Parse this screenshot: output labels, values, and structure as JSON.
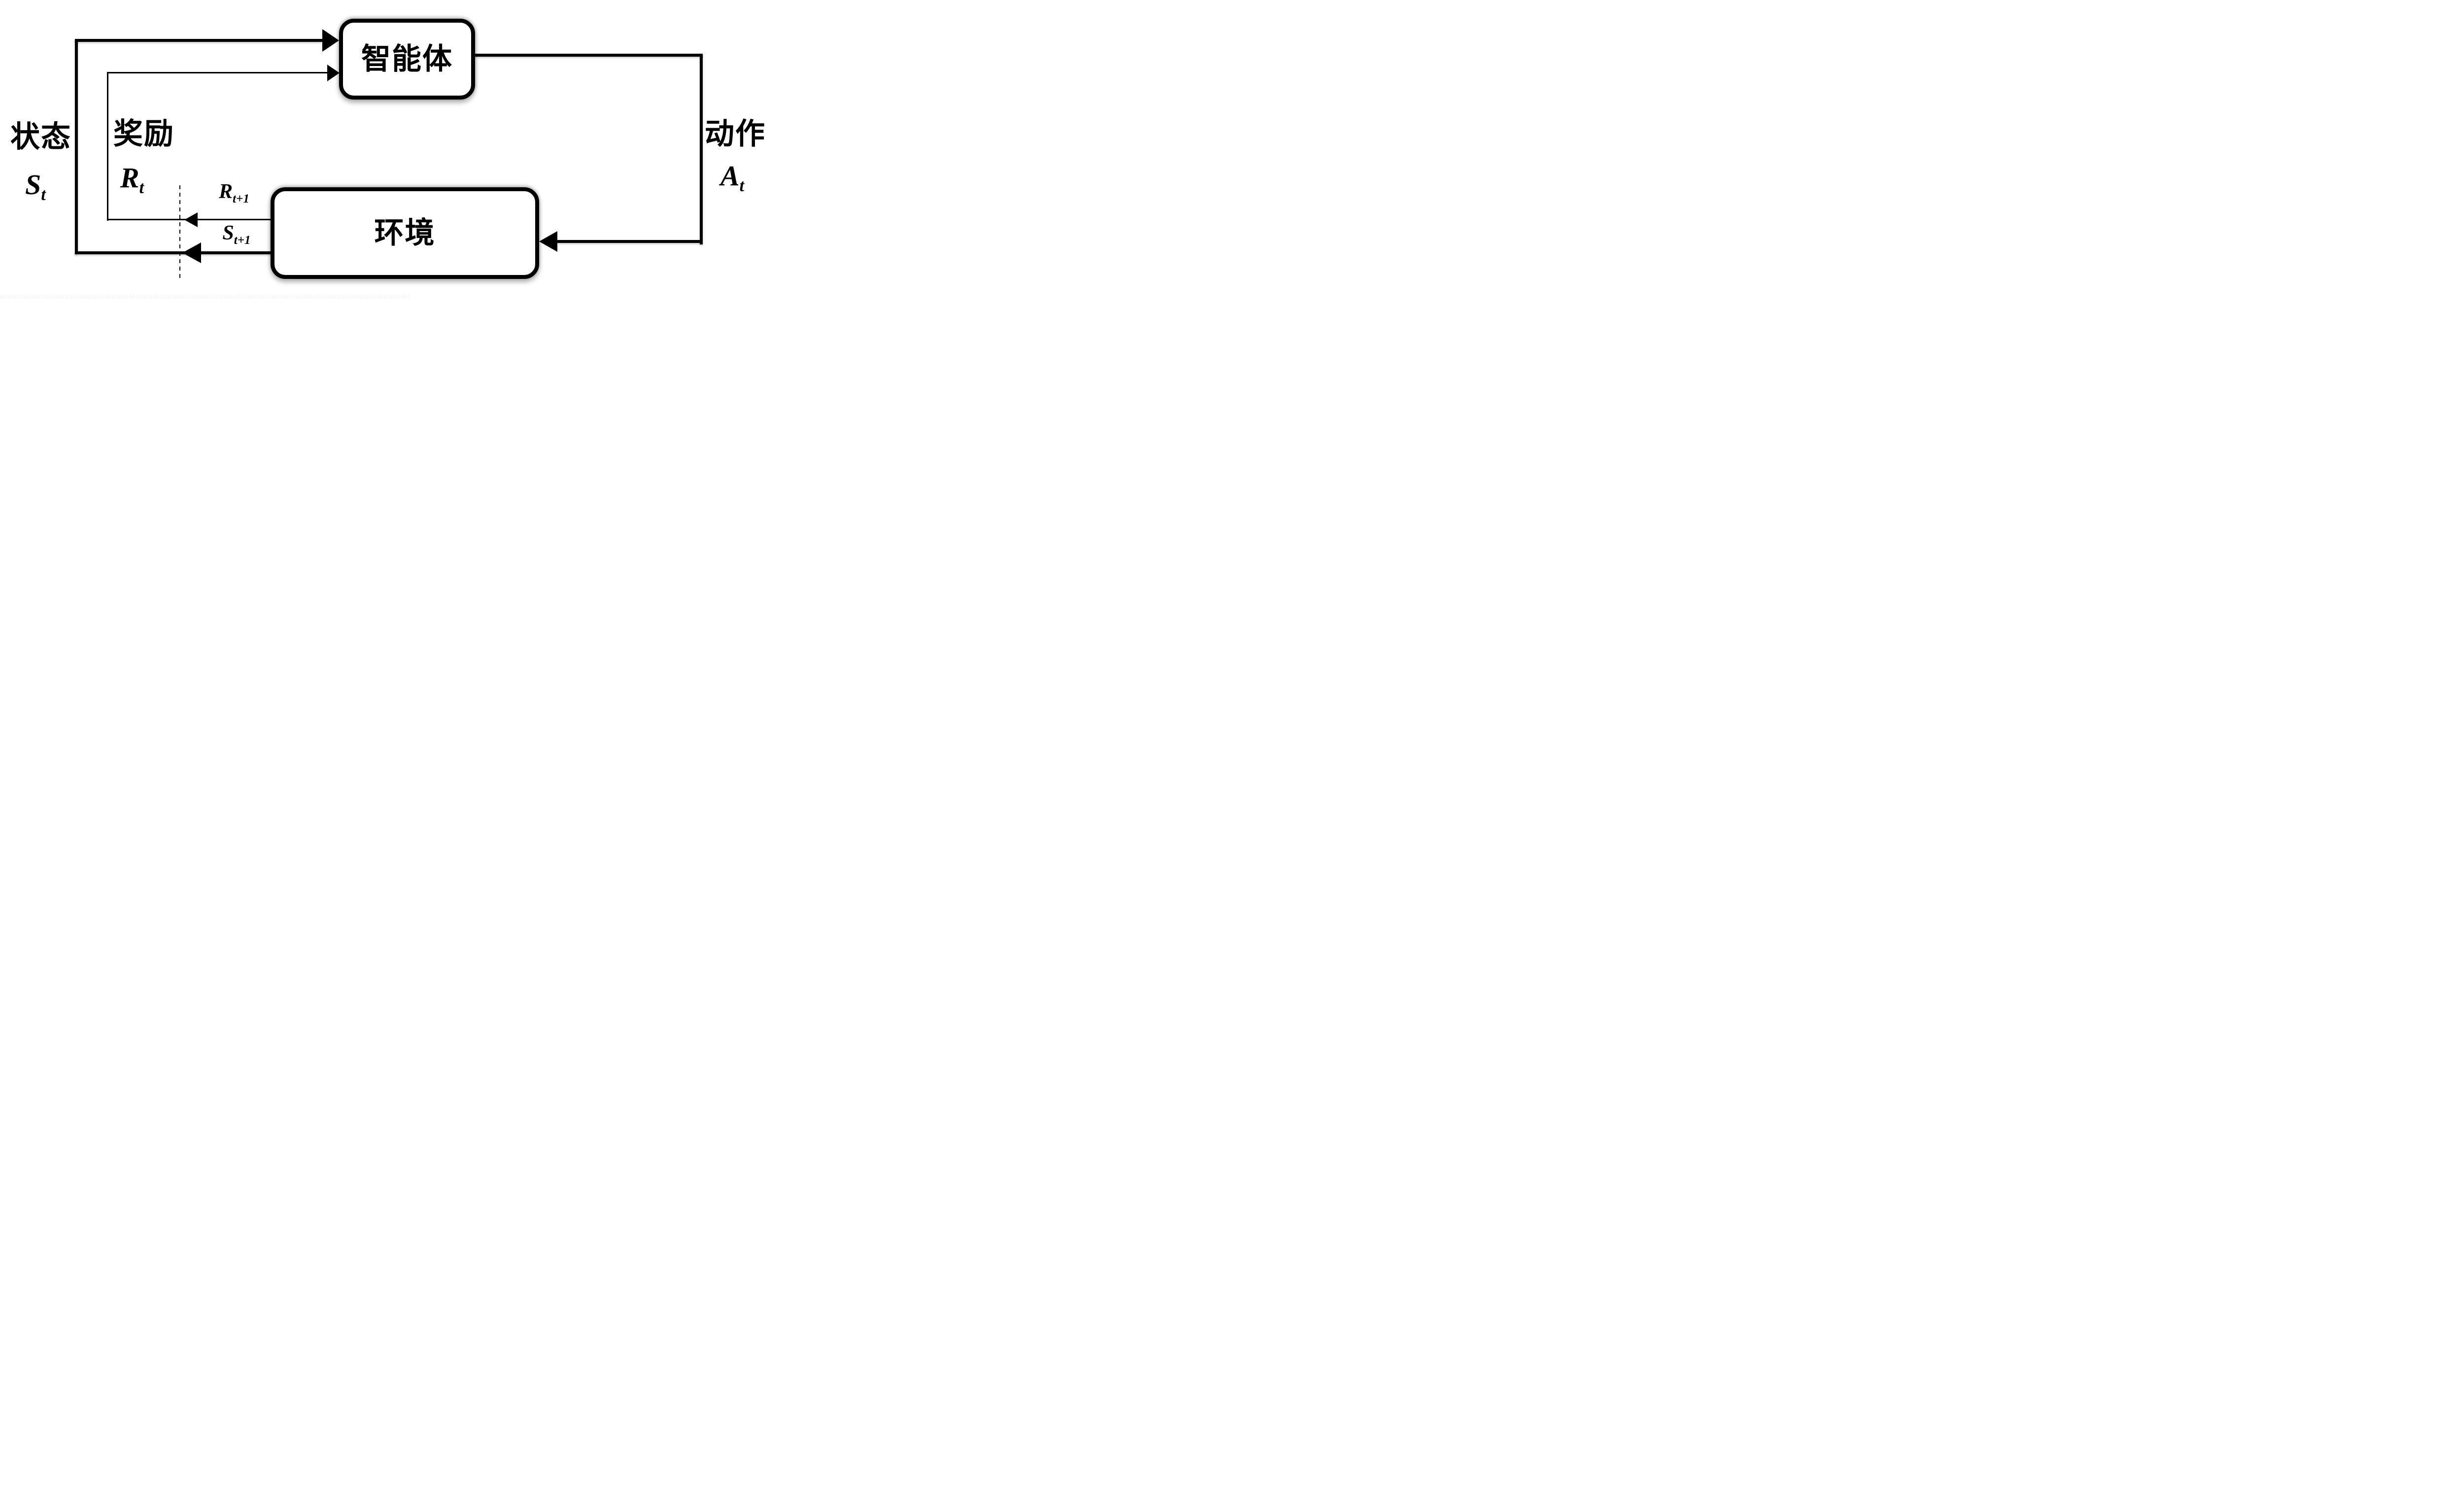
{
  "colors": {
    "ink": "#000000",
    "paper": "#ffffff"
  },
  "diagram": {
    "agent": {
      "label": "智能体"
    },
    "environment": {
      "label": "环境"
    },
    "state": {
      "label_zh": "状态",
      "symbol": "S",
      "subscript": "t"
    },
    "reward": {
      "label_zh": "奖励",
      "symbol": "R",
      "subscript": "t"
    },
    "action": {
      "label_zh": "动作",
      "symbol": "A",
      "subscript": "t"
    },
    "next_reward": {
      "symbol": "R",
      "subscript": "t+1"
    },
    "next_state": {
      "symbol": "S",
      "subscript": "t+1"
    }
  }
}
